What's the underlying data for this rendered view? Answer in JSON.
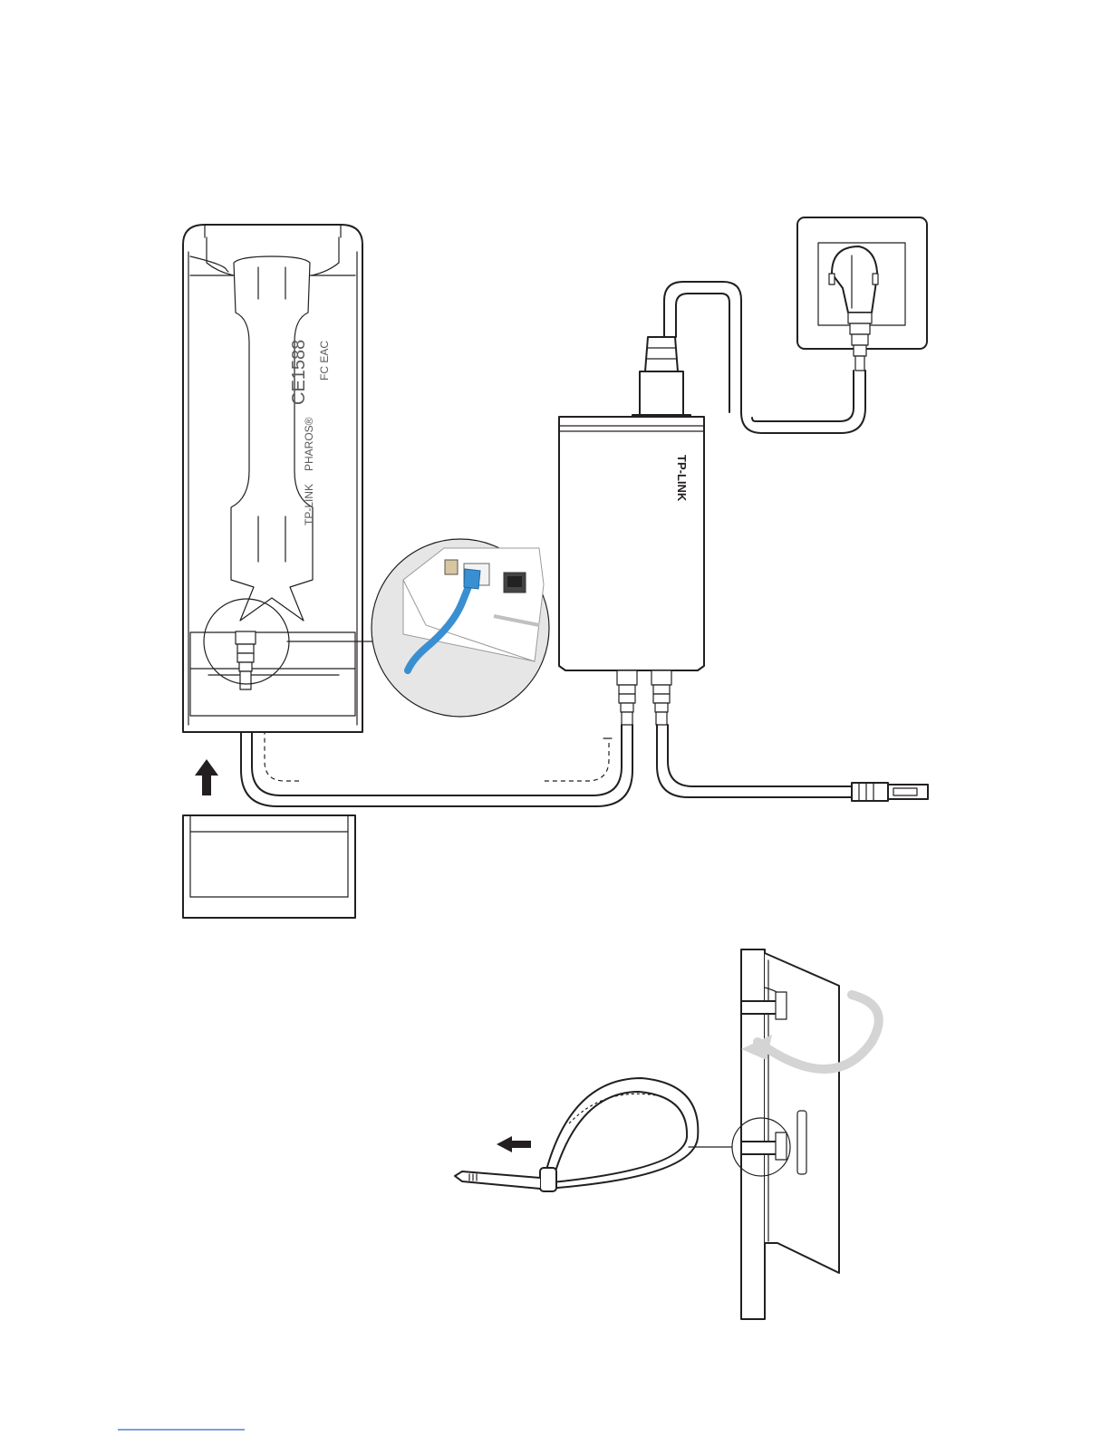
{
  "brand": {
    "poe_adapter_logo": "TP-LINK",
    "device_label_logo": "TP-LINK",
    "device_label_model": "PHAROS®",
    "device_label_cert": "CE1588",
    "device_label_marks": "FC EAC"
  },
  "colors": {
    "line": "#231f20",
    "ethernet_cable": "#3a8fd1",
    "rotate_arrow": "#d4d4d4",
    "zoom_bg": "#e6e6e6"
  },
  "icons": {
    "up_arrow": "arrow-up-icon",
    "left_arrow": "arrow-left-icon",
    "rotate_arrow": "rotate-arrow-icon"
  }
}
